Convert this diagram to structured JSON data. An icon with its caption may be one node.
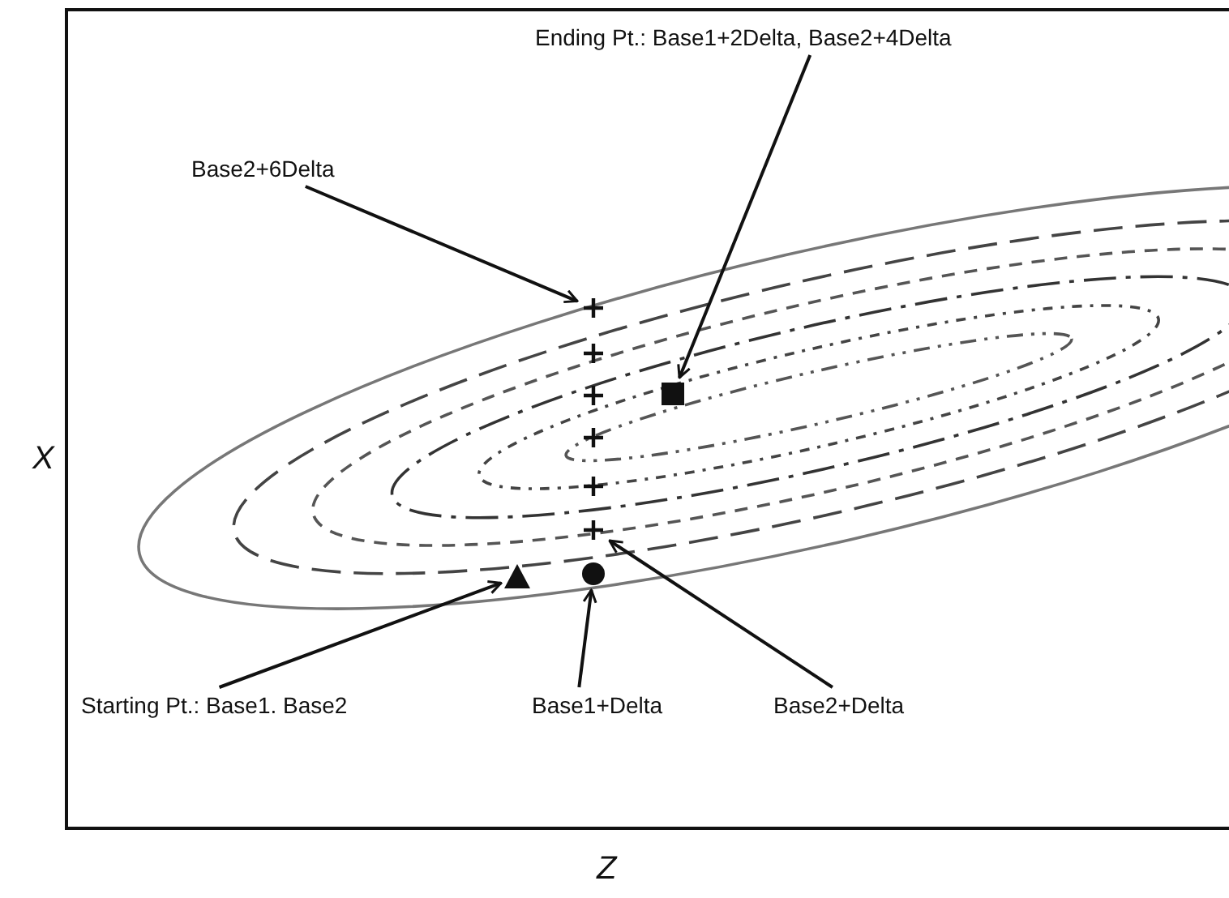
{
  "diagram": {
    "nodes": [
      {
        "text": [
          "Ending Pt.: Base1+2Delta, Base2+4Delta"
        ]
      },
      {
        "text": [],
        "shape": "box"
      },
      {
        "text": [
          "Base2+6Delta"
        ]
      },
      {
        "text": [],
        "shape": "cross"
      },
      {
        "text": [
          "Starting Pt.: Base1. Base2"
        ]
      },
      {
        "text": [],
        "shape": "triangle"
      },
      {
        "text": [
          "Base1+Delta"
        ]
      },
      {
        "text": [],
        "shape": "circle"
      },
      {
        "text": [
          "Base2+Delta"
        ]
      },
      {
        "text": [],
        "shape": "cross"
      }
    ],
    "edges": [
      {
        "from": 0,
        "to": 1,
        "arrow": "to"
      },
      {
        "from": 2,
        "to": 3,
        "arrow": "to"
      },
      {
        "from": 4,
        "to": 5,
        "arrow": "to"
      },
      {
        "from": 6,
        "to": 7,
        "arrow": "to"
      },
      {
        "from": 8,
        "to": 9,
        "arrow": "to"
      }
    ],
    "labels": [
      "X",
      "Z"
    ]
  }
}
